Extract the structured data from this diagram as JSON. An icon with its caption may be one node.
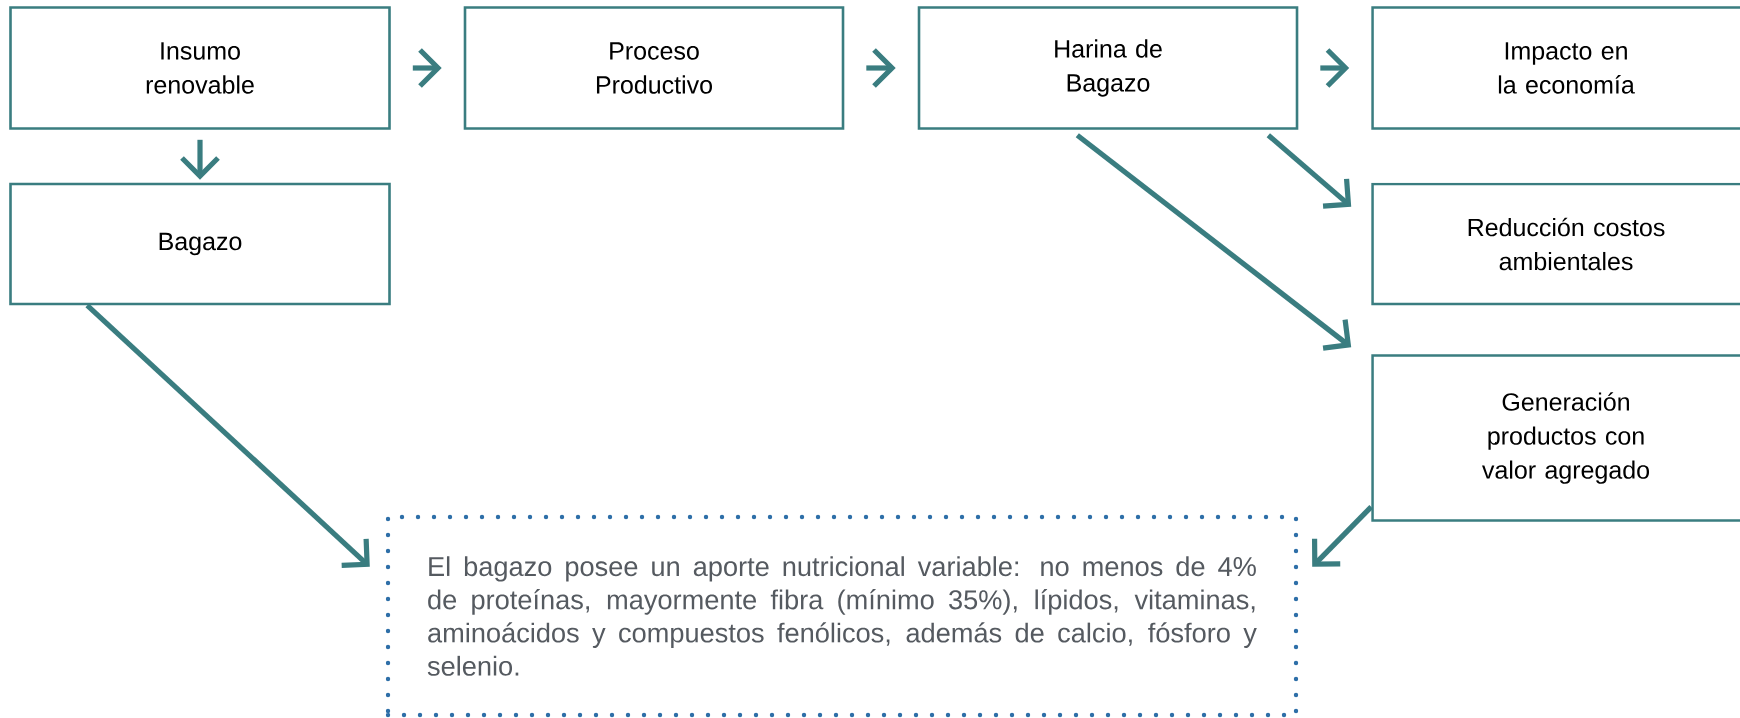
{
  "diagram": {
    "nodes": [
      {
        "text": [
          "Insumo renovable"
        ]
      },
      {
        "text": [
          "Proceso Productivo"
        ]
      },
      {
        "text": [
          "Harina de Bagazo"
        ]
      },
      {
        "text": [
          "Impacto en la economía"
        ]
      },
      {
        "text": [
          "Bagazo"
        ]
      },
      {
        "text": [
          "Reducción costos ambientales"
        ]
      },
      {
        "text": [
          "Generación productos con valor agregado"
        ]
      },
      {
        "text": [
          "El bagazo posee un aporte nutricional variable: no menos de 4% de proteínas, mayormente fibra (mínimo 35%), lípidos, vitaminas, aminoácidos y compuestos fenólicos, además de calcio, fósforo y selenio."
        ]
      }
    ],
    "edges": [
      {
        "from": 0,
        "to": 1,
        "arrow": "to"
      },
      {
        "from": 1,
        "to": 2,
        "arrow": "to"
      },
      {
        "from": 2,
        "to": 3,
        "arrow": "to"
      },
      {
        "from": 0,
        "to": 4,
        "arrow": "to"
      },
      {
        "from": 4,
        "to": 7,
        "arrow": "to"
      },
      {
        "from": 2,
        "to": 5,
        "arrow": "to"
      },
      {
        "from": 2,
        "to": 6,
        "arrow": "to"
      },
      {
        "from": 6,
        "to": 7,
        "arrow": "to"
      }
    ]
  }
}
